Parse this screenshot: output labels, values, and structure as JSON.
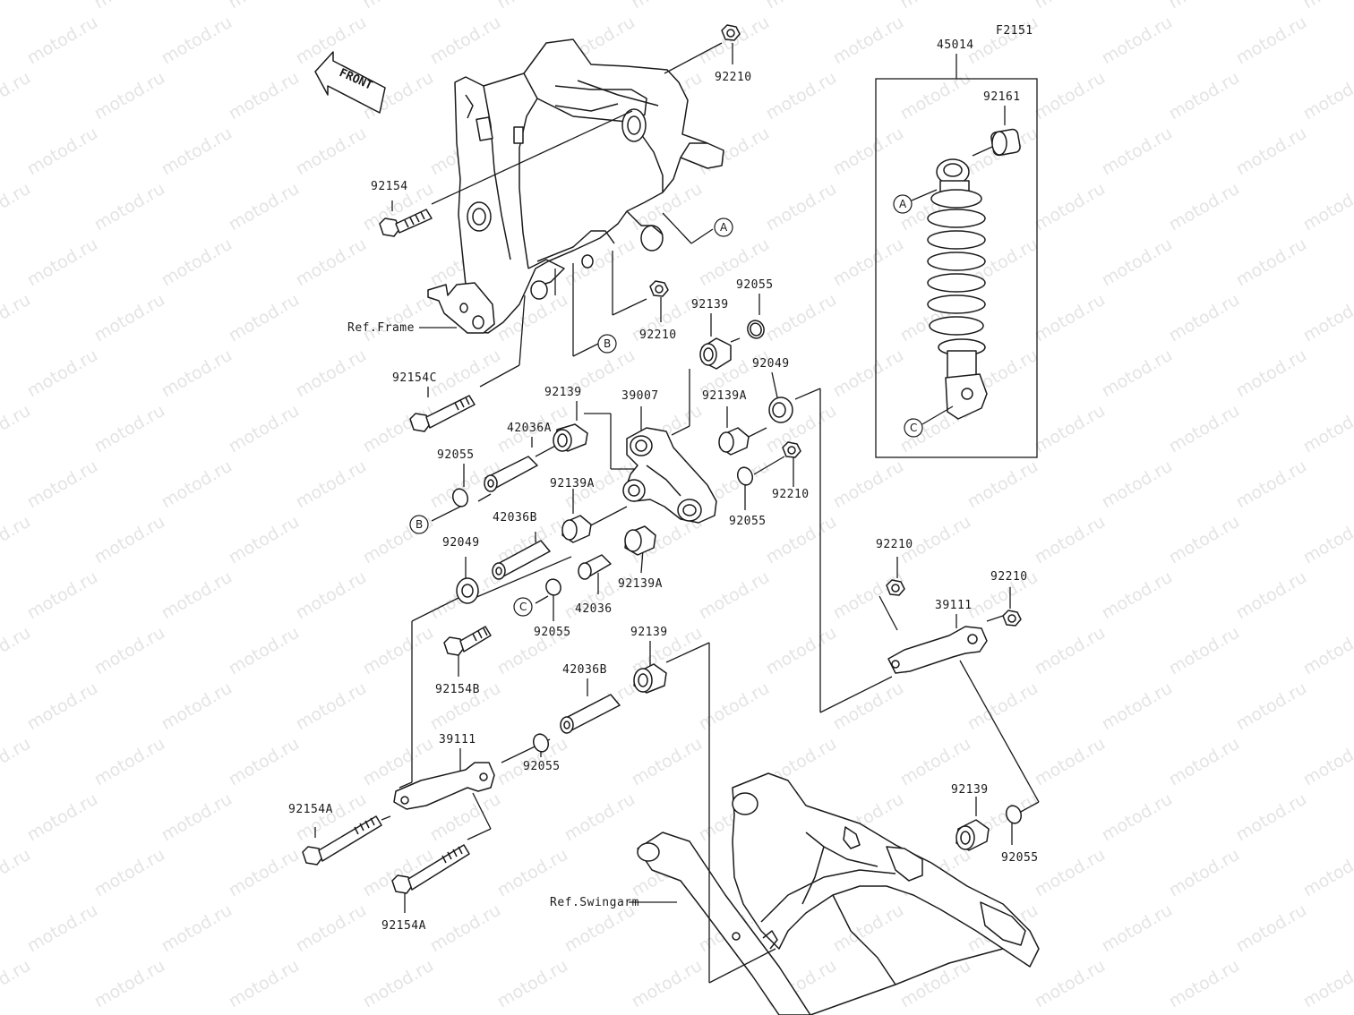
{
  "diagram_code": "F2151",
  "watermark": "motod.ru",
  "direction_arrow": "FRONT",
  "callouts": {
    "A": "A",
    "B": "B",
    "C": "C"
  },
  "references": {
    "frame": "Ref.Frame",
    "swingarm": "Ref.Swingarm"
  },
  "part_numbers": {
    "shock_assembly": "45014",
    "shock_bushing": "92161",
    "nut_top": "92210",
    "bolt_frame": "92154",
    "nut_frame": "92210",
    "oring_upper": "92055",
    "collar_upper": "92139",
    "washer_upper": "92049",
    "bolt_c": "92154C",
    "collar_mid": "92139",
    "rocker_arm": "39007",
    "collar_a_upper": "92139A",
    "sleeve_a": "42036A",
    "oring_left": "92055",
    "nut_right": "92210",
    "oring_right": "92055",
    "collar_a_mid": "92139A",
    "sleeve_b": "42036B",
    "washer_left": "92049",
    "collar_a_lower": "92139A",
    "sleeve": "42036",
    "oring_c": "92055",
    "bolt_b": "92154B",
    "collar_lower": "92139",
    "sleeve_b2": "42036B",
    "tie_rod_left": "39111",
    "oring_lower": "92055",
    "bolt_a1": "92154A",
    "bolt_a2": "92154A",
    "nut_tie_left": "92210",
    "nut_tie_right": "92210",
    "tie_rod_right": "39111",
    "collar_swing": "92139",
    "oring_swing": "92055"
  }
}
